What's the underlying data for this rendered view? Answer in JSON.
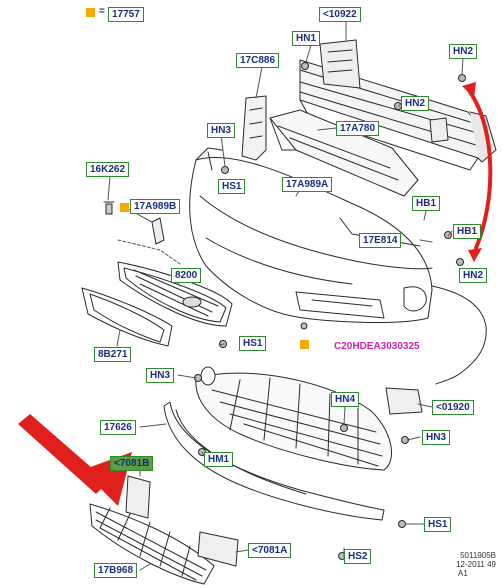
{
  "legend": {
    "marker_color": "#f5a800",
    "equals": "=",
    "code": "17757"
  },
  "labels": {
    "l10922": "<10922",
    "hn1": "HN1",
    "hn2_top": "HN2",
    "l17c886": "17C886",
    "hn2_mid": "HN2",
    "l17a780": "17A780",
    "hn3_top": "HN3",
    "l16k262": "16K262",
    "hs1_top": "HS1",
    "l17a989a": "17A989A",
    "l17a989b": "17A989B",
    "hb1_a": "HB1",
    "hb1_b": "HB1",
    "l17e814": "17E814",
    "hn2_right": "HN2",
    "l8200": "8200",
    "l8b271": "8B271",
    "hs1_mid": "HS1",
    "hn3_mid": "HN3",
    "hn4": "HN4",
    "l01920": "<01920",
    "l17626": "17626",
    "hn3_low": "HN3",
    "l7081b": "<7081B",
    "hm1": "HM1",
    "hs1_low": "HS1",
    "l7081a": "<7081A",
    "hs2": "HS2",
    "l17b968": "17B968"
  },
  "callout": "C20HDEA3030325",
  "footer": {
    "line1": "5011905B",
    "line2": "12-2011 49",
    "line3": "A1"
  },
  "colors": {
    "label_border": "#2f8a2f",
    "label_text": "#1a2f80",
    "callout": "#d41fb5",
    "arrow": "#e0201c"
  }
}
